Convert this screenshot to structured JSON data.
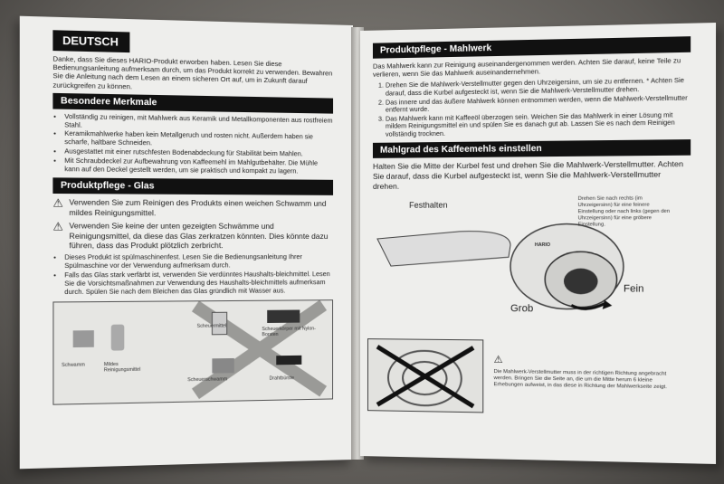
{
  "left": {
    "header": "DEUTSCH",
    "intro": "Danke, dass Sie dieses HARIO-Produkt erworben haben. Lesen Sie diese Bedienungsanleitung aufmerksam durch, um das Produkt korrekt zu verwenden. Bewahren Sie die Anleitung nach dem Lesen an einem sicheren Ort auf, um in Zukunft darauf zurückgreifen zu können.",
    "features_title": "Besondere Merkmale",
    "features": [
      "Vollständig zu reinigen, mit Mahlwerk aus Keramik und Metallkomponenten aus rostfreiem Stahl.",
      "Keramikmahlwerke haben kein Metallgeruch und rosten nicht. Außerdem haben sie scharfe, haltbare Schneiden.",
      "Ausgestattet mit einer rutschfesten Bodenabdeckung für Stabilität beim Mahlen.",
      "Mit Schraubdeckel zur Aufbewahrung von Kaffeemehl im Mahlgutbehälter. Die Mühle kann auf den Deckel gestellt werden, um sie praktisch und kompakt zu lagern."
    ],
    "care_title": "Produktpflege - Glas",
    "warnings": [
      "Verwenden Sie zum Reinigen des Produkts einen weichen Schwamm und mildes Reinigungsmittel.",
      "Verwenden Sie keine der unten gezeigten Schwämme und Reinigungsmittel, da diese das Glas zerkratzen könnten. Dies könnte dazu führen, dass das Produkt plötzlich zerbricht."
    ],
    "care_notes": [
      "Dieses Produkt ist spülmaschinenfest. Lesen Sie die Bedienungsanleitung Ihrer Spülmaschine vor der Verwendung aufmerksam durch.",
      "Falls das Glas stark verfärbt ist, verwenden Sie verdünntes Haushalts-bleichmittel. Lesen Sie die Vorsichtsmaßnahmen zur Verwendung des Haushalts-bleichmittels aufmerksam durch. Spülen Sie nach dem Bleichen das Glas gründlich mit Wasser aus."
    ],
    "box_labels": {
      "sponge": "Schwamm",
      "mild": "Mildes Reinigungsmittel",
      "cleanser": "Scheuermittel",
      "nylon": "Scheuerkörper mit Nylon-Borsten",
      "metal": "Scheuerschwamm",
      "wire": "Drahtbürste"
    }
  },
  "right": {
    "header": "Produktpflege - Mahlwerk",
    "intro": "Das Mahlwerk kann zur Reinigung auseinandergenommen werden. Achten Sie darauf, keine Teile zu verlieren, wenn Sie das Mahlwerk auseinandernehmen.",
    "steps": [
      "Drehen Sie die Mahlwerk-Verstellmutter gegen den Uhrzeigersinn, um sie zu entfernen. * Achten Sie darauf, dass die Kurbel aufgesteckt ist, wenn Sie die Mahlwerk-Verstellmutter drehen.",
      "Das innere und das äußere Mahlwerk können entnommen werden, wenn die Mahlwerk-Verstellmutter entfernt wurde.",
      "Das Mahlwerk kann mit Kaffeeöl überzogen sein. Weichen Sie das Mahlwerk in einer Lösung mit mildem Reinigungsmittel ein und spülen Sie es danach gut ab. Lassen Sie es nach dem Reinigen vollständig trocknen."
    ],
    "grind_title": "Mahlgrad des Kaffeemehls einstellen",
    "grind_text": "Halten Sie die Mitte der Kurbel fest und drehen Sie die Mahlwerk-Verstellmutter. Achten Sie darauf, dass die Kurbel aufgesteckt ist, wenn Sie die Mahlwerk-Verstellmutter drehen.",
    "fig_hold": "Festhalten",
    "fig_note": "Drehen Sie nach rechts (im Uhrzeigersinn) für eine feinere Einstellung oder nach links (gegen den Uhrzeigersinn) für eine gröbere Einstellung.",
    "fine": "Fein",
    "coarse": "Grob",
    "brand": "HARIO",
    "bottom_note": "Die Mahlwerk-Verstellmutter muss in der richtigen Richtung angebracht werden. Bringen Sie die Seite an, die um die Mitte herum 6 kleine Erhebungen aufweist, in das diese in Richtung der Mahlwerkseite zeigt."
  }
}
